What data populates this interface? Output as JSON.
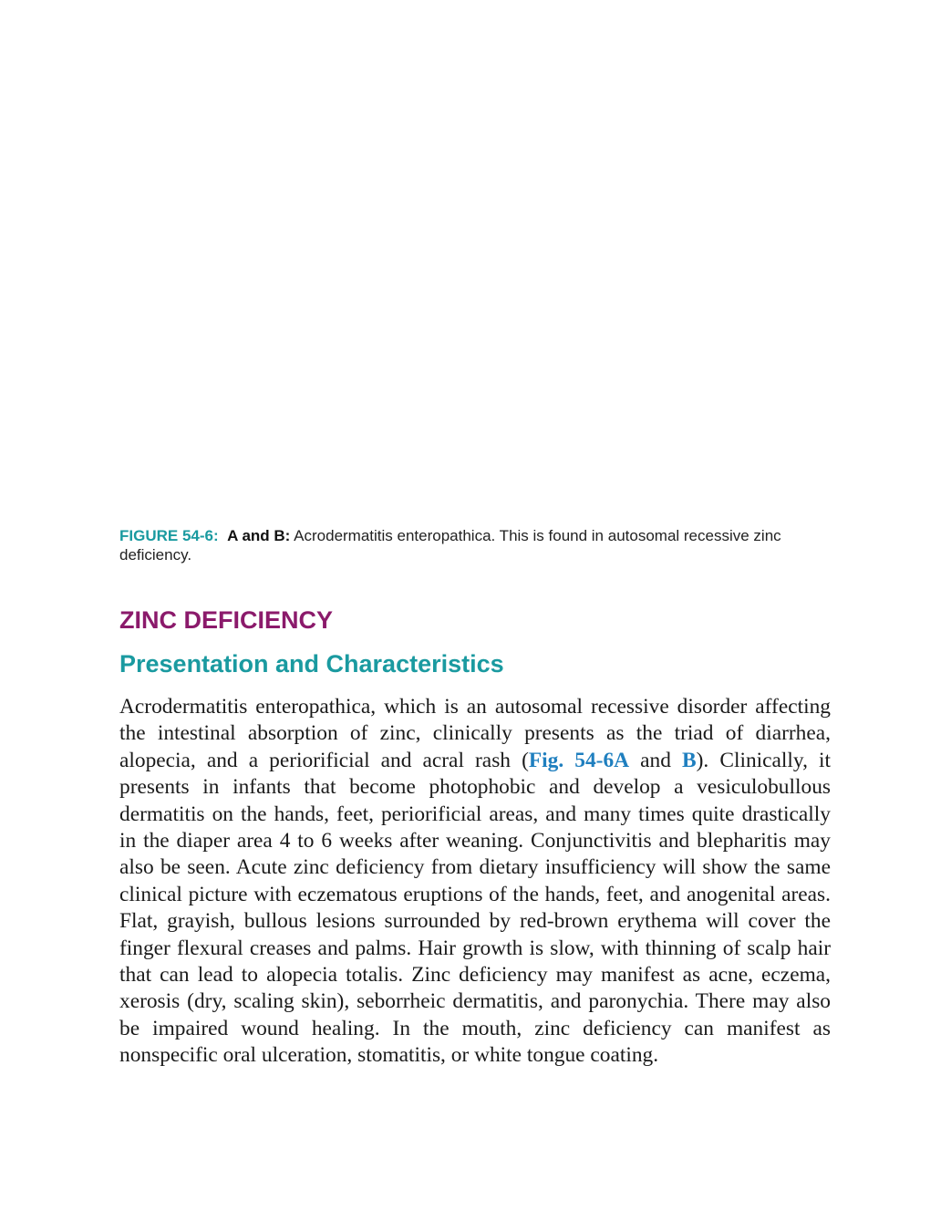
{
  "caption": {
    "figure_number": "FIGURE 54-6:",
    "parts": "A and B:",
    "text": "Acrodermatitis enteropathica. This is found in autosomal recessive zinc deficiency."
  },
  "section_heading": "ZINC DEFICIENCY",
  "sub_heading": "Presentation and Characteristics",
  "body": {
    "text_before_link": "Acrodermatitis enteropathica, which is an autosomal recessive disorder affecting the intestinal absorption of zinc, clinically presents as the triad of diarrhea, alopecia, and a periorificial and acral rash (",
    "link_a": "Fig. 54-6A",
    "text_between_links": " and ",
    "link_b": "B",
    "text_after_link": "). Clinically, it presents in infants that become photophobic and develop a vesiculobullous dermatitis on the hands, feet, periorificial areas, and many times quite drastically in the diaper area 4 to 6 weeks after weaning. Conjunctivitis and blepharitis may also be seen. Acute zinc deficiency from dietary insufficiency will show the same clinical picture with eczematous eruptions of the hands, feet, and anogenital areas. Flat, grayish, bullous lesions surrounded by red-brown erythema will cover the finger flexural creases and palms. Hair growth is slow, with thinning of scalp hair that can lead to alopecia totalis. Zinc deficiency may manifest as acne, eczema, xerosis (dry, scaling skin), seborrheic dermatitis, and paronychia. There may also be impaired wound healing. In the mouth, zinc deficiency can manifest as nonspecific oral ulceration, stomatitis, or white tongue coating."
  },
  "colors": {
    "caption_label": "#1a9aa0",
    "section_heading": "#8b1a6b",
    "sub_heading": "#1a9aa0",
    "figure_link": "#1f7fbf"
  }
}
